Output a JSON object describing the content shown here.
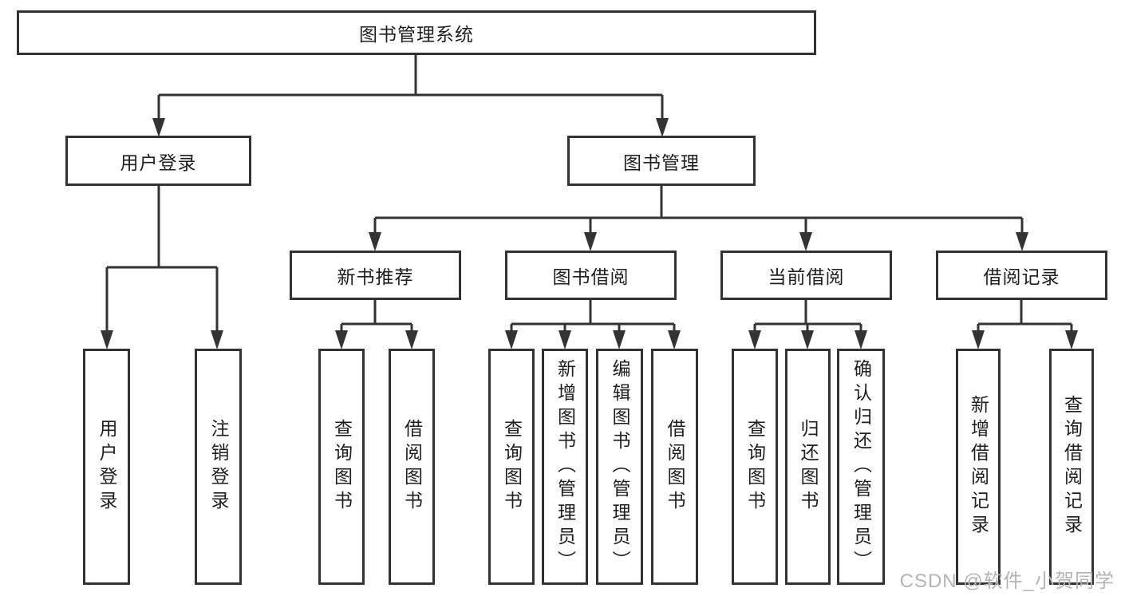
{
  "root": {
    "label": "图书管理系统"
  },
  "branches": {
    "user_login": {
      "label": "用户登录",
      "leaves": [
        {
          "label": "用户登录"
        },
        {
          "label": "注销登录"
        }
      ]
    },
    "book_management": {
      "label": "图书管理",
      "groups": [
        {
          "label": "新书推荐",
          "leaves": [
            {
              "label": "查询图书"
            },
            {
              "label": "借阅图书"
            }
          ]
        },
        {
          "label": "图书借阅",
          "leaves": [
            {
              "label": "查询图书"
            },
            {
              "label": "新增图书（管理员）"
            },
            {
              "label": "编辑图书（管理员）"
            },
            {
              "label": "借阅图书"
            }
          ]
        },
        {
          "label": "当前借阅",
          "leaves": [
            {
              "label": "查询图书"
            },
            {
              "label": "归还图书"
            },
            {
              "label": "确认归还（管理员）"
            }
          ]
        },
        {
          "label": "借阅记录",
          "leaves": [
            {
              "label": "新增借阅记录"
            },
            {
              "label": "查询借阅记录"
            }
          ]
        }
      ]
    }
  },
  "watermark": {
    "text": "CSDN @软件_小贺同学"
  },
  "colors": {
    "line": "#333333",
    "text": "#1f1f1f",
    "watermark": "#b4b4b4",
    "background": "#ffffff"
  }
}
